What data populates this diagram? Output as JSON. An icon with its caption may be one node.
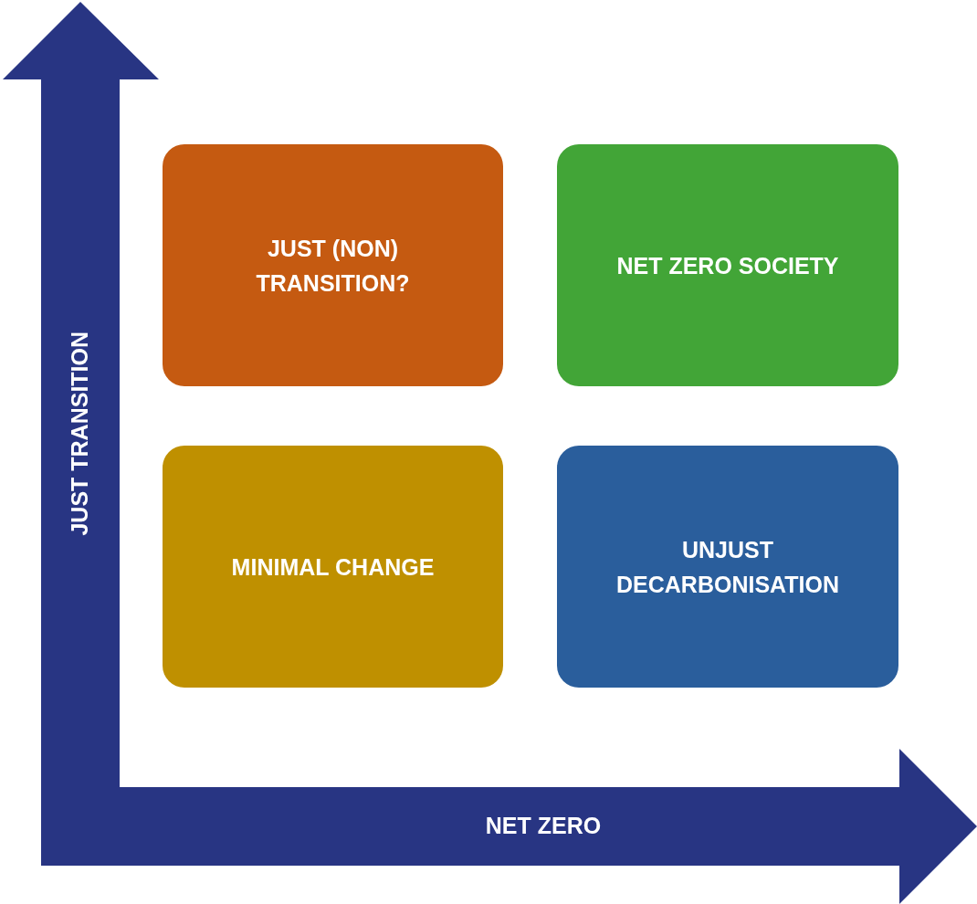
{
  "diagram": {
    "nodes": [
      {
        "text": [
          "JUST (NON) TRANSITION?"
        ]
      },
      {
        "text": [
          "NET ZERO SOCIETY"
        ]
      },
      {
        "text": [
          "MINIMAL CHANGE"
        ]
      },
      {
        "text": [
          "UNJUST DECARBONISATION"
        ]
      }
    ],
    "labels": [
      "JUST TRANSITION",
      "NET ZERO"
    ]
  }
}
